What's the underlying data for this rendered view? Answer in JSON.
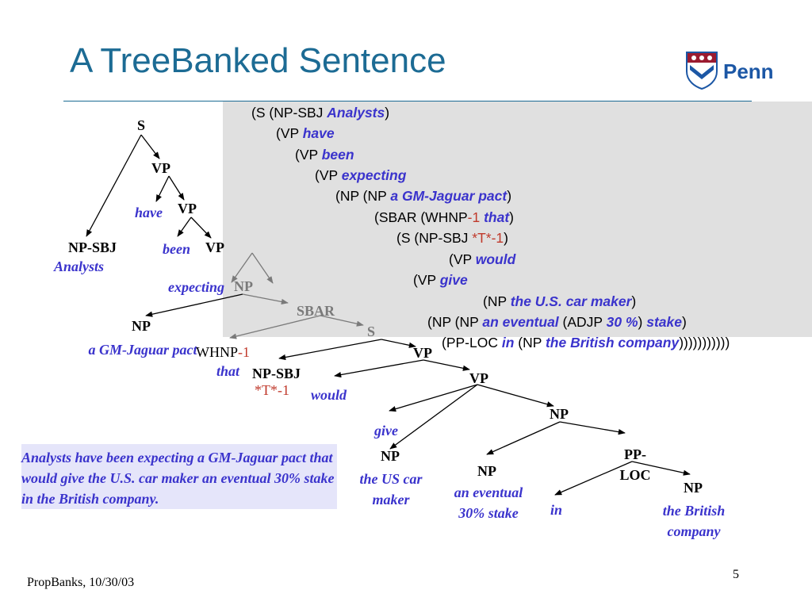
{
  "title": "A TreeBanked Sentence",
  "logo": {
    "text": "Penn",
    "icon": "penn-shield-icon"
  },
  "bracketed": {
    "line1": {
      "a": "(S (NP-SBJ ",
      "w": "Analysts",
      "b": ")"
    },
    "line2": {
      "a": "(VP ",
      "w": "have"
    },
    "line3": {
      "a": "(VP ",
      "w": "been"
    },
    "line4": {
      "a": "(VP ",
      "w": "expecting"
    },
    "line5": {
      "a": "(NP (NP ",
      "w": "a GM-Jaguar pact",
      "b": ")"
    },
    "line6": {
      "a": "(SBAR (WHNP",
      "r": "-1",
      "sp": " ",
      "w": "that",
      "b": ")"
    },
    "line7": {
      "a": "(S (NP-SBJ ",
      "r": "*T*-1",
      "b": ")"
    },
    "line8": {
      "a": "(VP ",
      "w": "would"
    },
    "line9": {
      "a": "(VP ",
      "w": "give"
    },
    "line10": {
      "a": "(NP ",
      "w": "the U.S. car maker",
      "b": ")"
    },
    "line11": {
      "a": "(NP (NP ",
      "w1": "an eventual",
      "m": " (ADJP ",
      "w2": "30 %",
      "m2": ") ",
      "w3": "stake",
      "b": ")"
    },
    "line12": {
      "a": "(PP-LOC ",
      "w1": "in",
      "m": " (NP ",
      "w2": "the British company",
      "b": ")))))))))))"
    }
  },
  "tree": {
    "s": "S",
    "vp1": "VP",
    "have": "have",
    "vp2": "VP",
    "np_sbj": "NP-SBJ",
    "analysts": "Analysts",
    "been": "been",
    "vp3": "VP",
    "expecting": "expecting",
    "np_top": "NP",
    "sbar": "SBAR",
    "s2": "S",
    "np_gm": "NP",
    "gm_jaguar": "a GM-Jaguar pact",
    "whnp": "WHNP",
    "whnp_idx": "-1",
    "that": "that",
    "np_sbj2": "NP-SBJ",
    "trace": "*T*-1",
    "would": "would",
    "vp4": "VP",
    "vp5": "VP",
    "np_obj": "NP",
    "give": "give",
    "np_us": "NP",
    "us_car_maker": "the US car maker",
    "np_stake": "NP",
    "eventual_stake": "an eventual 30% stake",
    "pp_loc": "PP-LOC",
    "in": "in",
    "np_british": "NP",
    "british_company": "the British company"
  },
  "gloss": "Analysts have been expecting a GM-Jaguar pact that  would give the U.S. car maker an eventual 30% stake in the British company.",
  "footer": "PropBanks, 10/30/03",
  "page_number": "5"
}
